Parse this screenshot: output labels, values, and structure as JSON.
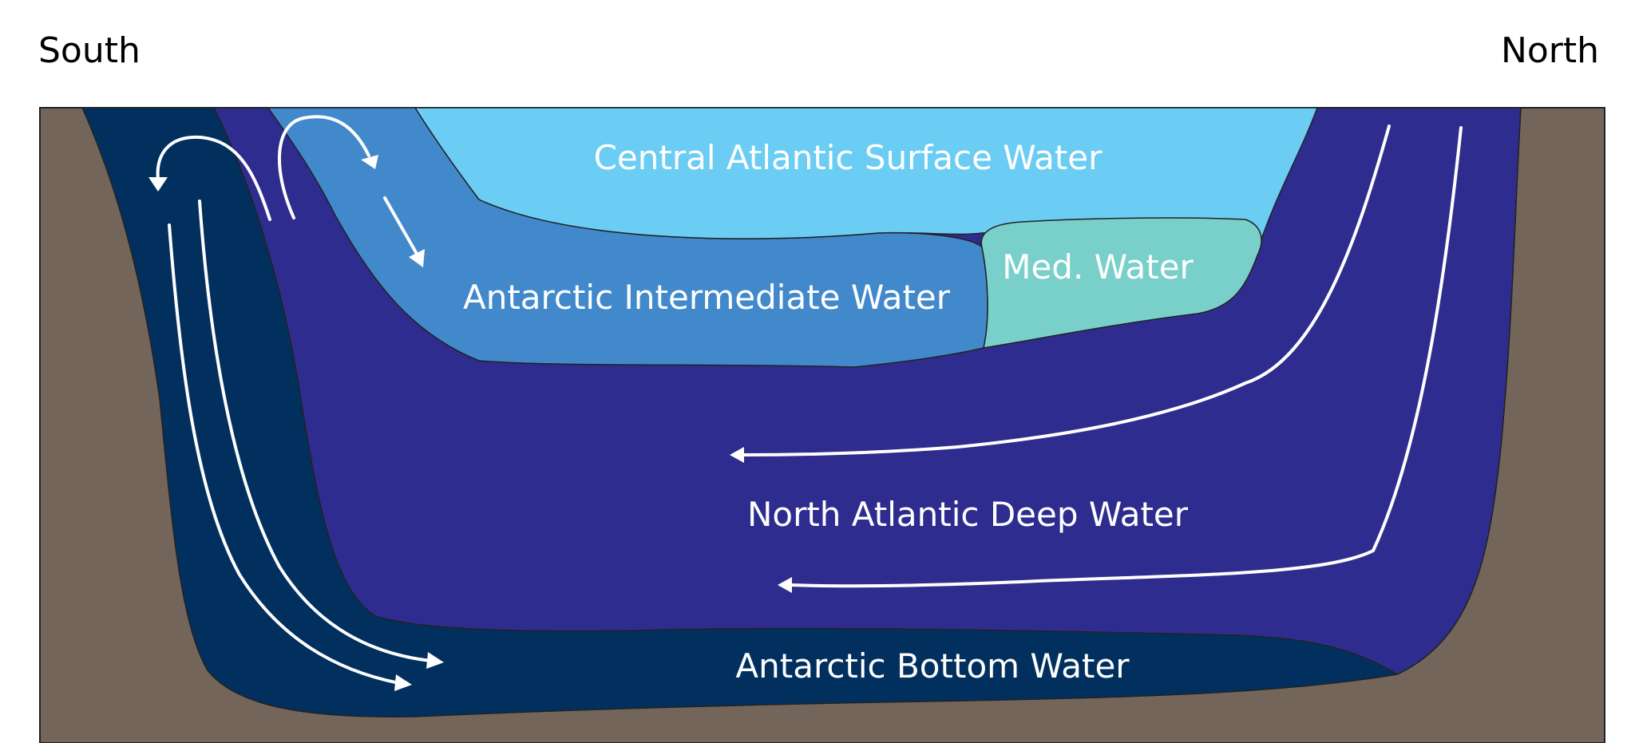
{
  "directions": {
    "left": "South",
    "right": "North"
  },
  "water_masses": {
    "surface": "Central Atlantic Surface Water",
    "med": "Med. Water",
    "intermediate": "Antarctic Intermediate Water",
    "deep": "North Atlantic Deep Water",
    "bottom": "Antarctic Bottom Water"
  },
  "colors": {
    "seafloor": "#73655a",
    "bottom_water": "#02305e",
    "deep_water": "#2e2d8f",
    "intermediate_water": "#4289cc",
    "surface_water": "#6bcdf3",
    "med_water": "#79cfc9",
    "arrows": "#ffffff"
  }
}
